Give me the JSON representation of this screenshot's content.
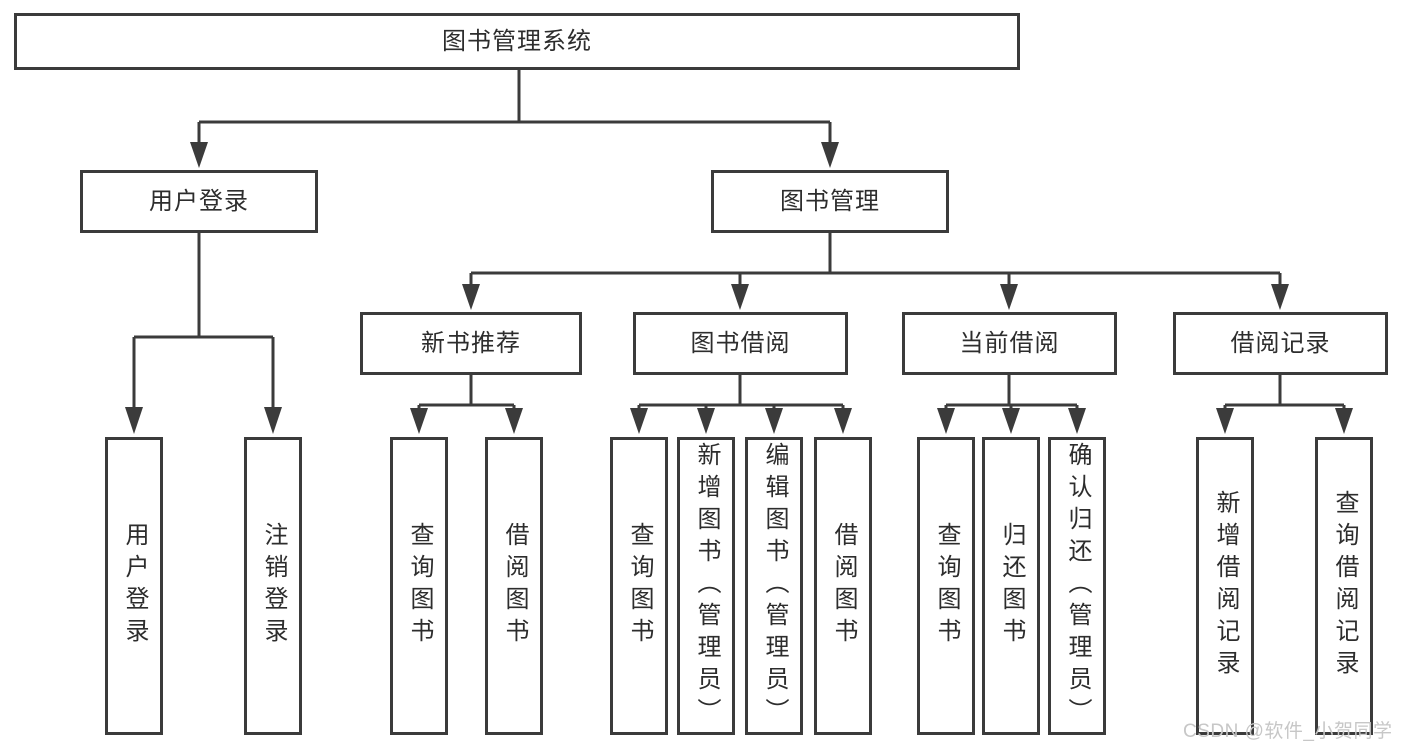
{
  "diagram": {
    "root": "图书管理系统",
    "level2": {
      "user_login": "用户登录",
      "book_mgmt": "图书管理"
    },
    "level3": {
      "new_books": "新书推荐",
      "book_borrow": "图书借阅",
      "current_borrow": "当前借阅",
      "borrow_records": "借阅记录"
    },
    "leaves": {
      "user_login": [
        "用户登录",
        "注销登录"
      ],
      "new_books": [
        "查询图书",
        "借阅图书"
      ],
      "book_borrow": [
        "查询图书",
        "新增图书（管理员）",
        "编辑图书（管理员）",
        "借阅图书"
      ],
      "current_borrow": [
        "查询图书",
        "归还图书",
        "确认归还（管理员）"
      ],
      "borrow_records": [
        "新增借阅记录",
        "查询借阅记录"
      ]
    }
  },
  "watermark": "CSDN @软件_小贺同学",
  "colors": {
    "line": "#3b3b3b",
    "box_border": "#3b3b3b",
    "box_fill": "#ffffff",
    "text": "#2d2d2d",
    "watermark": "#c7c7c7",
    "background": "#ffffff"
  }
}
